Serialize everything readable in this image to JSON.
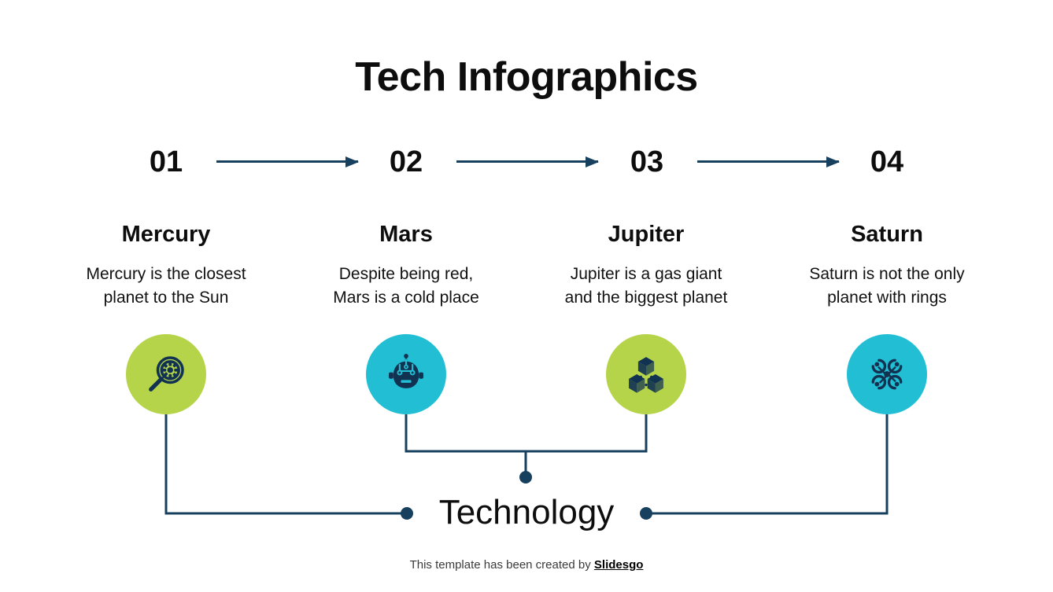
{
  "slide": {
    "title": "Tech Infographics",
    "background_color": "#ffffff",
    "center_label": "Technology"
  },
  "palette": {
    "navy": "#17405f",
    "icon_navy": "#123252",
    "lime": "#b5d44a",
    "cyan": "#22bfd4",
    "text_black": "#0d0d0d"
  },
  "steps": [
    {
      "number": "01",
      "heading": "Mercury",
      "body": "Mercury is the closest\nplanet to the Sun",
      "icon": "magnifier-gear-icon",
      "circle_color": "#b5d44a"
    },
    {
      "number": "02",
      "heading": "Mars",
      "body": "Despite being red,\nMars is a cold place",
      "icon": "robot-head-icon",
      "circle_color": "#22bfd4"
    },
    {
      "number": "03",
      "heading": "Jupiter",
      "body": "Jupiter is a gas giant\nand the biggest planet",
      "icon": "blockchain-cubes-icon",
      "circle_color": "#b5d44a"
    },
    {
      "number": "04",
      "heading": "Saturn",
      "body": "Saturn is not the only\nplanet with rings",
      "icon": "drone-icon",
      "circle_color": "#22bfd4"
    }
  ],
  "arrows": [
    {
      "name": "arrow-01-to-02"
    },
    {
      "name": "arrow-02-to-03"
    },
    {
      "name": "arrow-03-to-04"
    }
  ],
  "footer": {
    "prefix": "This template has been created by ",
    "brand": "Slidesgo"
  }
}
